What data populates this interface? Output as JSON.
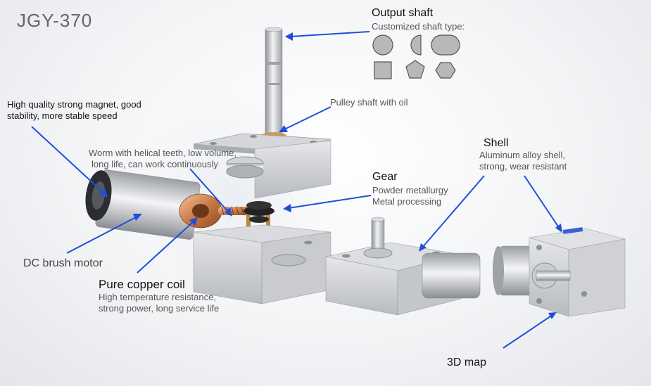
{
  "model": "JGY-370",
  "output_shaft": {
    "title": "Output shaft",
    "subtitle": "Customized shaft type:",
    "shaft_types": [
      "circle-icon",
      "d-shape-icon",
      "double-d-icon",
      "square-icon",
      "pentagon-icon",
      "hexagon-icon"
    ]
  },
  "magnet_note": {
    "line1": "High quality strong magnet, good",
    "line2": "stability, more stable speed"
  },
  "pulley_note": "Pulley shaft with oil",
  "worm_note": {
    "line1": "Worm with helical teeth, low volume,",
    "line2": "long life, can work continuously"
  },
  "gear": {
    "title": "Gear",
    "line1": "Powder metallurgy",
    "line2": "Metal processing"
  },
  "shell": {
    "title": "Shell",
    "line1": "Aluminum alloy shell,",
    "line2": "strong, wear resistant"
  },
  "motor_note": "DC brush motor",
  "coil": {
    "title": "Pure copper coil",
    "line1": "High temperature resistance,",
    "line2": "strong power, long service life"
  },
  "map_note": "3D map",
  "colors": {
    "arrow": "#1f4fd8",
    "icon_fill": "#b8b8b8",
    "icon_stroke": "#555555"
  }
}
